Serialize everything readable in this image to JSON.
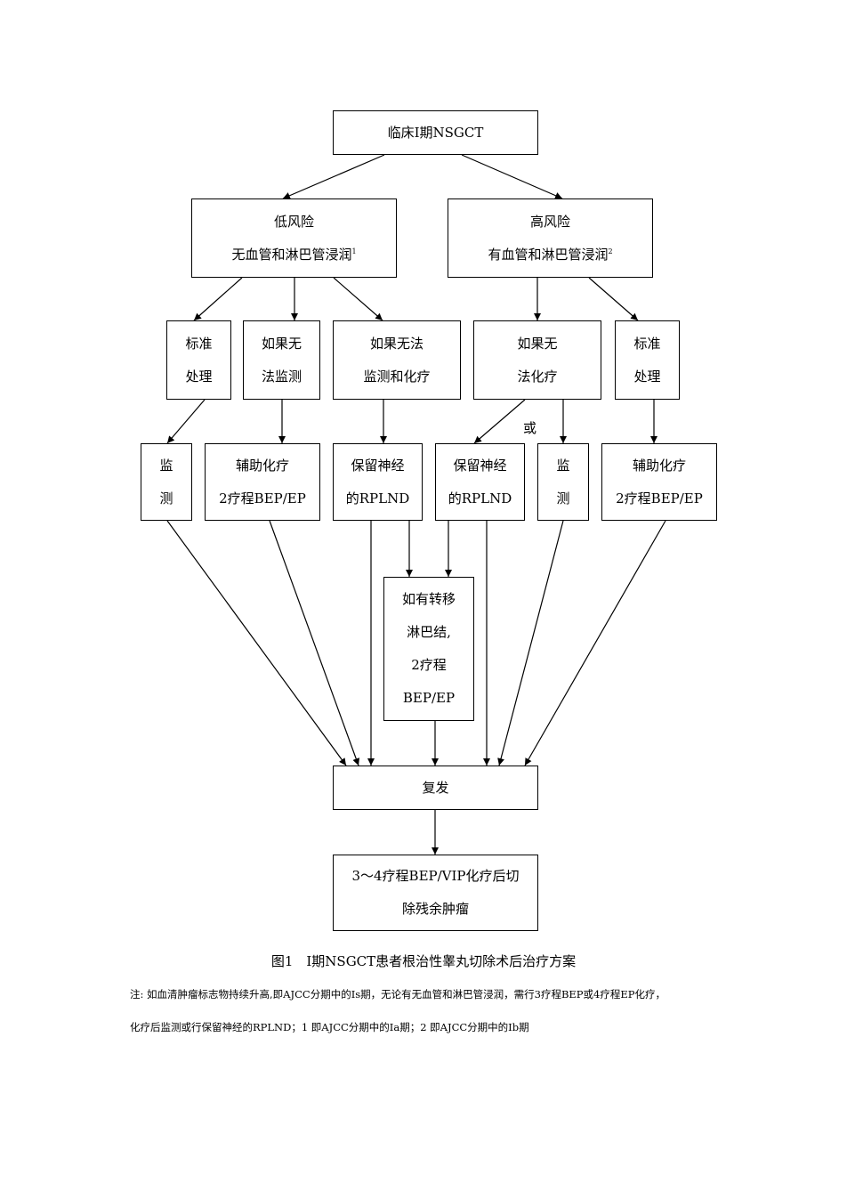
{
  "diagram": {
    "nodes": {
      "root": {
        "line1": "临床I期NSGCT"
      },
      "low_risk": {
        "line1": "低风险",
        "line2": "无血管和淋巴管浸润",
        "sup": "1"
      },
      "high_risk": {
        "line1": "高风险",
        "line2": "有血管和淋巴管浸润",
        "sup": "2"
      },
      "low_standard": {
        "line1": "标准",
        "line2": "处理"
      },
      "low_cannot_monitor": {
        "line1": "如果无",
        "line2": "法监测"
      },
      "low_cannot_monitor_chemo": {
        "line1": "如果无法",
        "line2": "监测和化疗"
      },
      "high_cannot_chemo": {
        "line1": "如果无",
        "line2": "法化疗"
      },
      "high_standard": {
        "line1": "标准",
        "line2": "处理"
      },
      "monitor_1": {
        "line1": "监",
        "line2": "测"
      },
      "adjuvant_1": {
        "line1": "辅助化疗",
        "line2": "2疗程BEP/EP"
      },
      "rplnd_1": {
        "line1": "保留神经",
        "line2": "的RPLND"
      },
      "rplnd_2": {
        "line1": "保留神经",
        "line2": "的RPLND"
      },
      "monitor_2": {
        "line1": "监",
        "line2": "测"
      },
      "adjuvant_2": {
        "line1": "辅助化疗",
        "line2": "2疗程BEP/EP"
      },
      "metastatic": {
        "line1": "如有转移",
        "line2": "淋巴结,",
        "line3": "2疗程",
        "line4": "BEP/EP"
      },
      "relapse": {
        "line1": "复发"
      },
      "salvage": {
        "line1": "3～4疗程BEP/VIP化疗后切",
        "line2": "除残余肿瘤"
      }
    },
    "or_label": "或"
  },
  "caption": "图1　Ⅰ期NSGCT患者根治性睾丸切除术后治疗方案",
  "note": {
    "line1": "注: 如血清肿瘤标志物持续升高,即AJCC分期中的Is期，无论有无血管和淋巴管浸润，需行3疗程BEP或4疗程EP化疗，",
    "line2": "化疗后监测或行保留神经的RPLND；1 即AJCC分期中的Ⅰa期；2 即AJCC分期中的Ⅰb期"
  }
}
